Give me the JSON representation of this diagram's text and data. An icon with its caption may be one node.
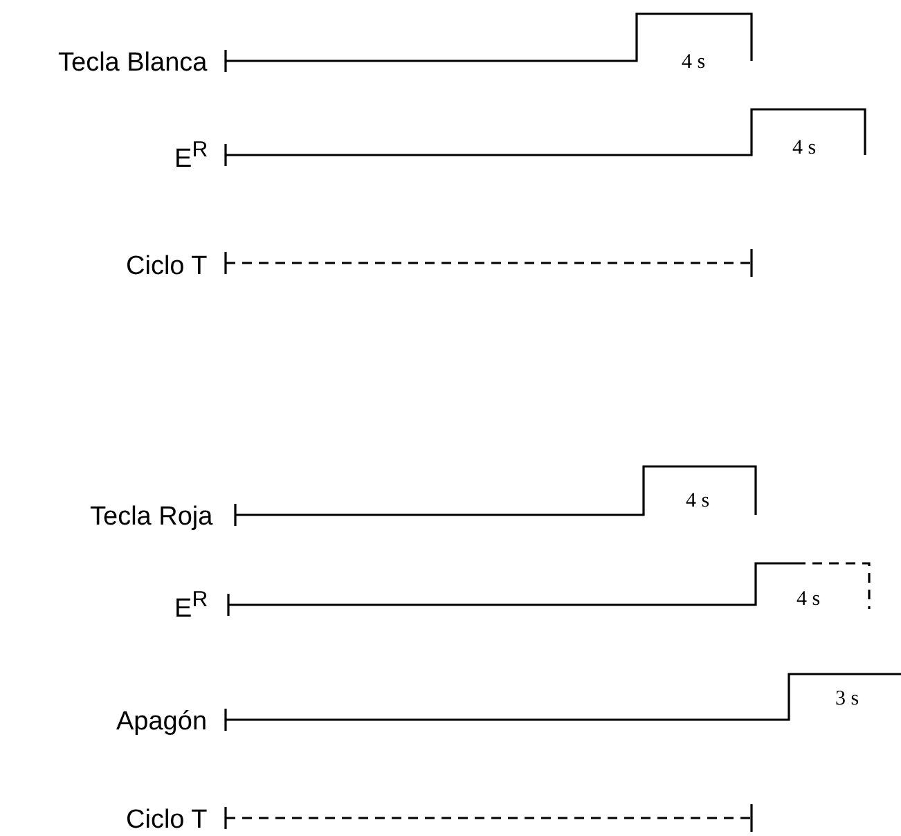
{
  "diagram": {
    "labels": [
      "Tecla Blanca",
      "4 s",
      "E$^{R}$",
      "4 s",
      "Ciclo T",
      "Tecla Roja",
      "4 s",
      "E$^{R}$",
      "4 s",
      "Apagón",
      "3 s",
      "Ciclo T"
    ]
  }
}
